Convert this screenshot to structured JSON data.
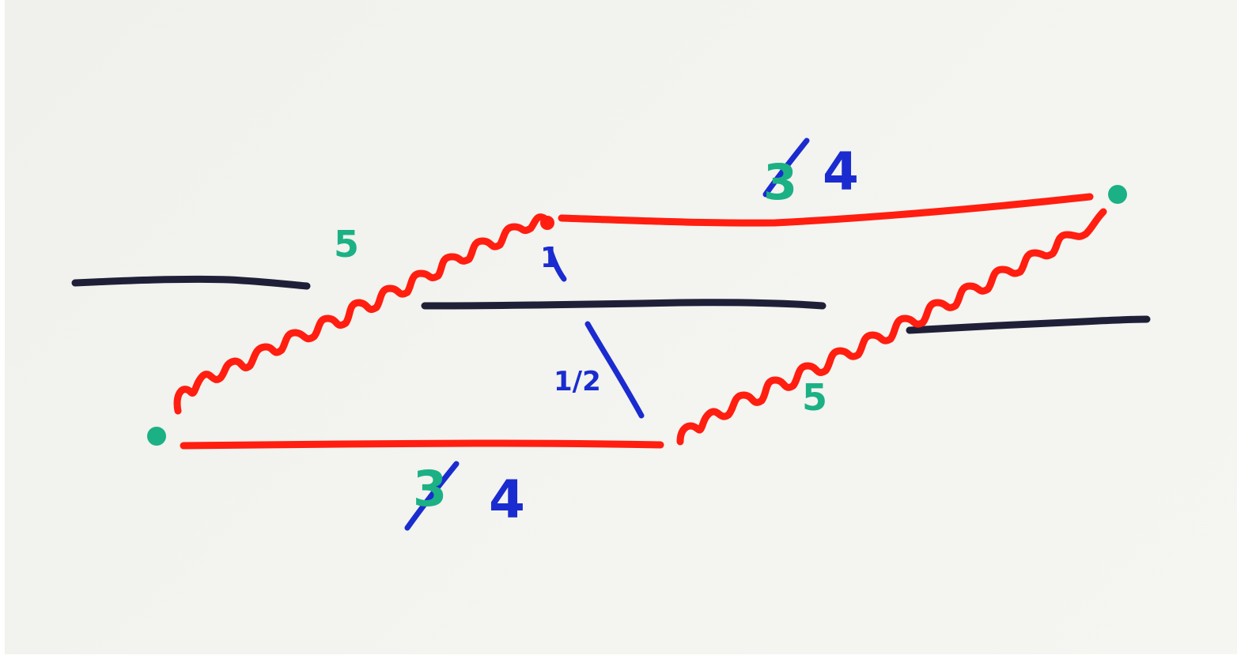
{
  "colors": {
    "background": "#f2f2ee",
    "wire": "#ff1e10",
    "plate": "#1f2038",
    "node": "#1bb184",
    "original_label": "#1bb184",
    "corrected_label": "#1a2ccf"
  },
  "labels": {
    "top_left_spring": "5",
    "top_wire_old": "3",
    "top_wire_new": "4",
    "junction": "1",
    "middle_gap": "1/2",
    "right_spring": "5",
    "bottom_wire_old": "3",
    "bottom_wire_new": "4"
  }
}
